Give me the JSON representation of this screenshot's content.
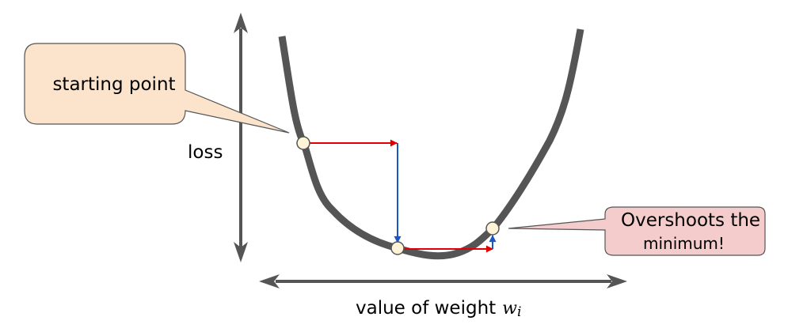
{
  "labels": {
    "y_axis": "loss",
    "x_axis": "value of weight",
    "x_axis_var": "w",
    "x_axis_sub": "i"
  },
  "callouts": {
    "start": "starting point",
    "overshoot_line1": "Overshoots the",
    "overshoot_line2": "minimum!"
  },
  "colors": {
    "curve": "#555555",
    "axis": "#555555",
    "horizontal_step": "#e00000",
    "vertical_step": "#1a56c8",
    "point_fill": "#fff5d6",
    "start_callout": "#fce4cc",
    "overshoot_callout": "#f4cccc"
  }
}
